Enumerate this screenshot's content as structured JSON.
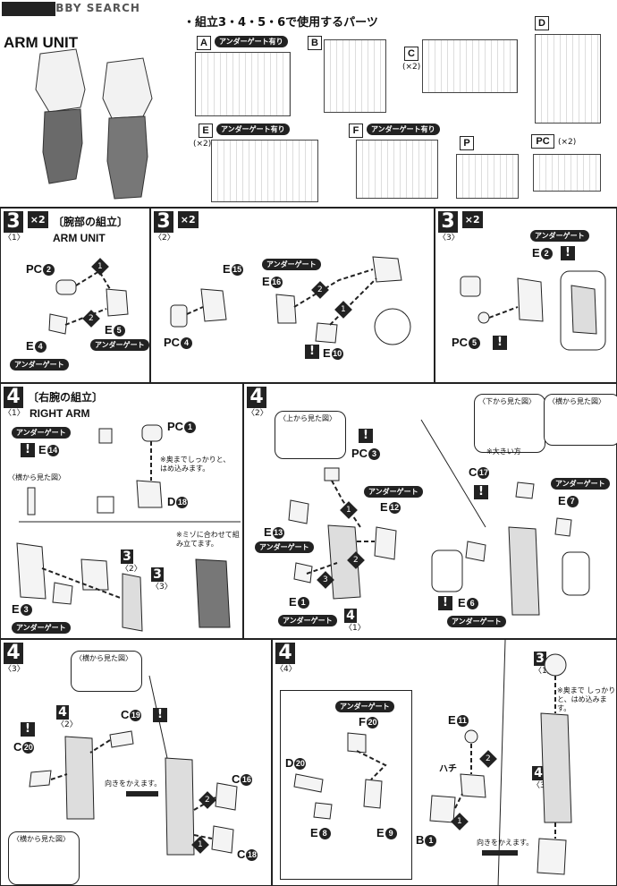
{
  "watermark": "HOBBY SEARCH",
  "header": {
    "title": "ARM UNIT",
    "steps_label": "3·4·5·6",
    "parts_title": "・組立3・4・5・6で使用するパーツ",
    "parts": [
      {
        "letter": "A",
        "tag": "アンダーゲート有り"
      },
      {
        "letter": "B",
        "tag": ""
      },
      {
        "letter": "C",
        "tag": "",
        "mult": "(×2)"
      },
      {
        "letter": "D",
        "tag": ""
      },
      {
        "letter": "E",
        "tag": "アンダーゲート有り",
        "mult": "(×2)"
      },
      {
        "letter": "F",
        "tag": "アンダーゲート有り"
      },
      {
        "letter": "P",
        "tag": ""
      },
      {
        "letter": "PC",
        "tag": "",
        "mult": "(×2)"
      }
    ]
  },
  "s31": {
    "num": "3",
    "sub": "〈1〉",
    "x2": "×2",
    "jp": "〔腕部の組立〕",
    "en": "ARM UNIT",
    "pc": "PC",
    "pc_n": "2",
    "e5": "E",
    "e5_n": "5",
    "e4": "E",
    "e4_n": "4",
    "tag": "アンダーゲート"
  },
  "s32": {
    "num": "3",
    "sub": "〈2〉",
    "x2": "×2",
    "e15": "E",
    "e15_n": "15",
    "e16": "E",
    "e16_n": "16",
    "pc4": "PC",
    "pc4_n": "4",
    "e10": "E",
    "e10_n": "10",
    "tag": "アンダーゲート"
  },
  "s33": {
    "num": "3",
    "sub": "〈3〉",
    "x2": "×2",
    "e2": "E",
    "e2_n": "2",
    "pc5": "PC",
    "pc5_n": "5",
    "tag": "アンダーゲート"
  },
  "s41": {
    "num": "4",
    "sub": "〈1〉",
    "jp": "〔右腕の組立〕",
    "en": "RIGHT ARM",
    "pc1": "PC",
    "pc1_n": "1",
    "e14": "E",
    "e14_n": "14",
    "d18": "D",
    "d18_n": "18",
    "e3": "E",
    "e3_n": "3",
    "side_view": "〈横から見た図〉",
    "note1": "※奥までしっかりと、はめ込みます。",
    "note2": "※ミゾに合わせて組み立てます。",
    "tag": "アンダーゲート",
    "ref32": "3",
    "ref32s": "〈2〉",
    "ref33": "3",
    "ref33s": "〈3〉"
  },
  "s42": {
    "num": "4",
    "sub": "〈2〉",
    "top_view": "〈上から見た図〉",
    "pc3": "PC",
    "pc3_n": "3",
    "e13": "E",
    "e13_n": "13",
    "e12": "E",
    "e12_n": "12",
    "e1": "E",
    "e1_n": "1",
    "ref": "4",
    "refs": "〈1〉",
    "tag": "アンダーゲート"
  },
  "s42b": {
    "bottom_view": "〈下から見た図〉",
    "side_view": "〈横から見た図〉",
    "big": "※大きい方",
    "c17": "C",
    "c17_n": "17",
    "e7": "E",
    "e7_n": "7",
    "e6": "E",
    "e6_n": "6",
    "tag": "アンダーゲート"
  },
  "s43": {
    "num": "4",
    "sub": "〈3〉",
    "side_view": "〈横から見た図〉",
    "side_view2": "〈横から見た図〉",
    "c19": "C",
    "c19_n": "19",
    "c20": "C",
    "c20_n": "20",
    "c16": "C",
    "c16_n": "16",
    "c18": "C",
    "c18_n": "18",
    "ref": "4",
    "refs": "〈2〉",
    "turn": "向きをかえます。"
  },
  "s44": {
    "num": "4",
    "sub": "〈4〉",
    "f20": "F",
    "f20_n": "20",
    "d20": "D",
    "d20_n": "20",
    "e8": "E",
    "e8_n": "8",
    "e9": "E",
    "e9_n": "9",
    "e11": "E",
    "e11_n": "11",
    "b1": "B",
    "b1_n": "1",
    "ref3": "3",
    "ref3s": "〈1〉",
    "ref4": "4",
    "ref4s": "〈3〉",
    "note": "※奥まで しっかりと、はめ込みます。",
    "turn": "向きをかえます。",
    "tag": "アンダーゲート",
    "hachi": "ハチ"
  }
}
